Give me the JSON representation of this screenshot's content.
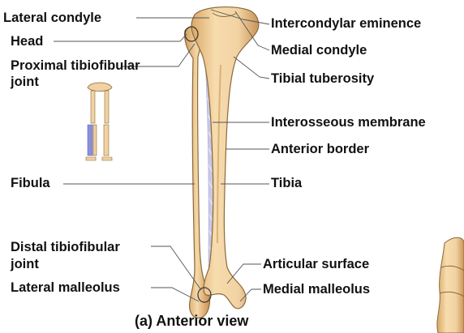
{
  "labels_left": {
    "lateral_condyle": "Lateral condyle",
    "head": "Head",
    "proximal_tibiofibular_1": "Proximal tibiofibular",
    "proximal_tibiofibular_2": "joint",
    "fibula": "Fibula",
    "distal_tibiofibular_1": "Distal tibiofibular",
    "distal_tibiofibular_2": "joint",
    "lateral_malleolus": "Lateral malleolus"
  },
  "labels_right": {
    "intercondylar_eminence": "Intercondylar eminence",
    "medial_condyle": "Medial condyle",
    "tibial_tuberosity": "Tibial tuberosity",
    "interosseous_membrane": "Interosseous membrane",
    "anterior_border": "Anterior border",
    "tibia": "Tibia",
    "articular_surface": "Articular surface",
    "medial_malleolus": "Medial malleolus"
  },
  "caption": "(a) Anterior view",
  "colors": {
    "bone_fill": "#f2d2a2",
    "bone_shadow": "#d9a868",
    "bone_outline": "#8a6a3a",
    "membrane": "#c9c8e6",
    "membrane_lines": "#e6e5f5",
    "highlight": "#8b8fd6",
    "leader_line": "#555555"
  }
}
